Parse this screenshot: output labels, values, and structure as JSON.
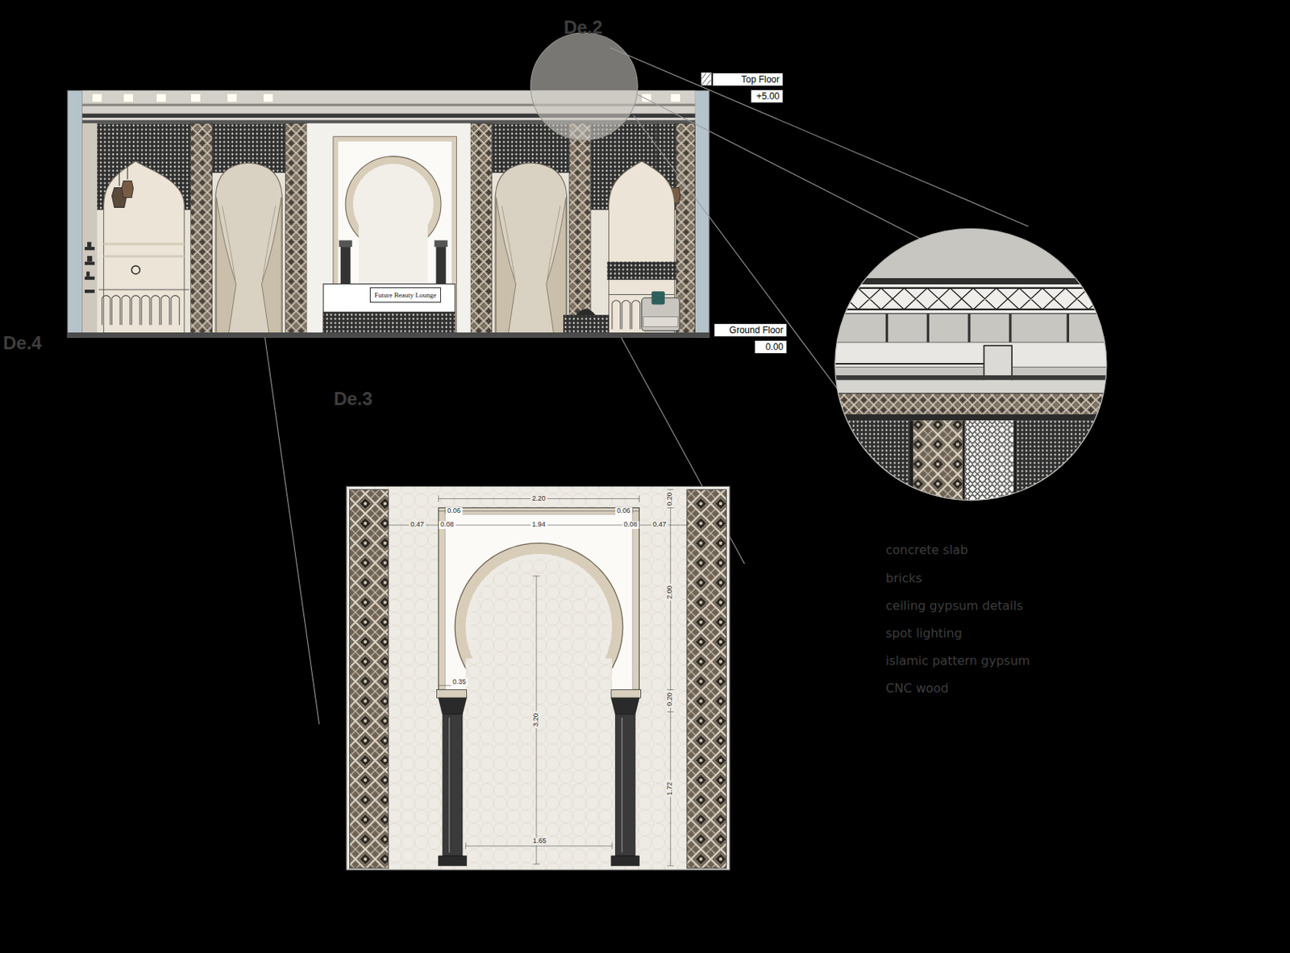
{
  "diagram": {
    "nodes": [
      {
        "text": [
          "Top Floor",
          "+5.00"
        ]
      },
      {
        "text": [
          "Ground Floor",
          "0.00"
        ]
      },
      {
        "text": [
          "Future Beauty Lounge"
        ]
      }
    ],
    "labels": [
      "De.2",
      "De.4",
      "De.3",
      "2.20",
      "0.20",
      "0.06",
      "0.06",
      "0.47",
      "0.08",
      "1.94",
      "0.08",
      "0.47",
      "2.00",
      "0.35",
      "3.20",
      "0.20",
      "1.72",
      "1.65",
      "concrete slab",
      "bricks",
      "ceiling gypsum details",
      "spot lighting",
      "islamic pattern gypsum",
      "CNC wood"
    ]
  }
}
